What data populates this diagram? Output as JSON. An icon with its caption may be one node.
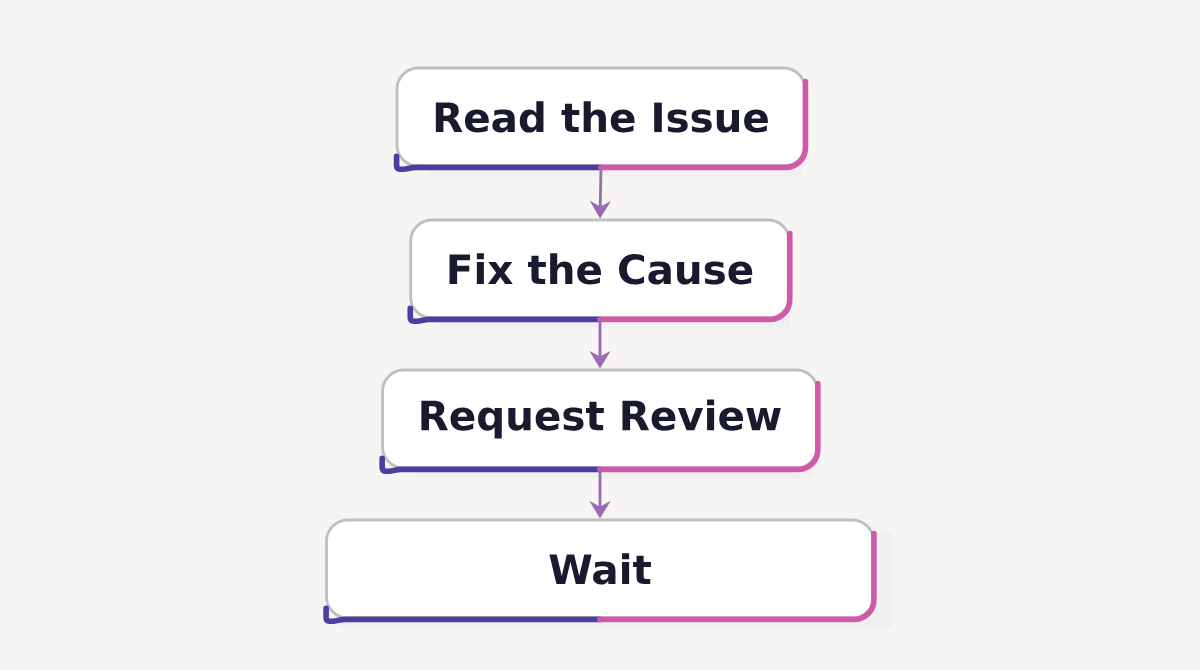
{
  "diagram": {
    "nodes": [
      {
        "text": [
          "Read the Issue"
        ]
      },
      {
        "text": [
          "Fix the Cause"
        ]
      },
      {
        "text": [
          "Request Review"
        ]
      },
      {
        "text": [
          "Wait"
        ]
      }
    ],
    "edges": [
      {
        "from": 0,
        "to": 1,
        "arrow": "to"
      },
      {
        "from": 1,
        "to": 2,
        "arrow": "to"
      },
      {
        "from": 2,
        "to": 3,
        "arrow": "to"
      }
    ]
  }
}
